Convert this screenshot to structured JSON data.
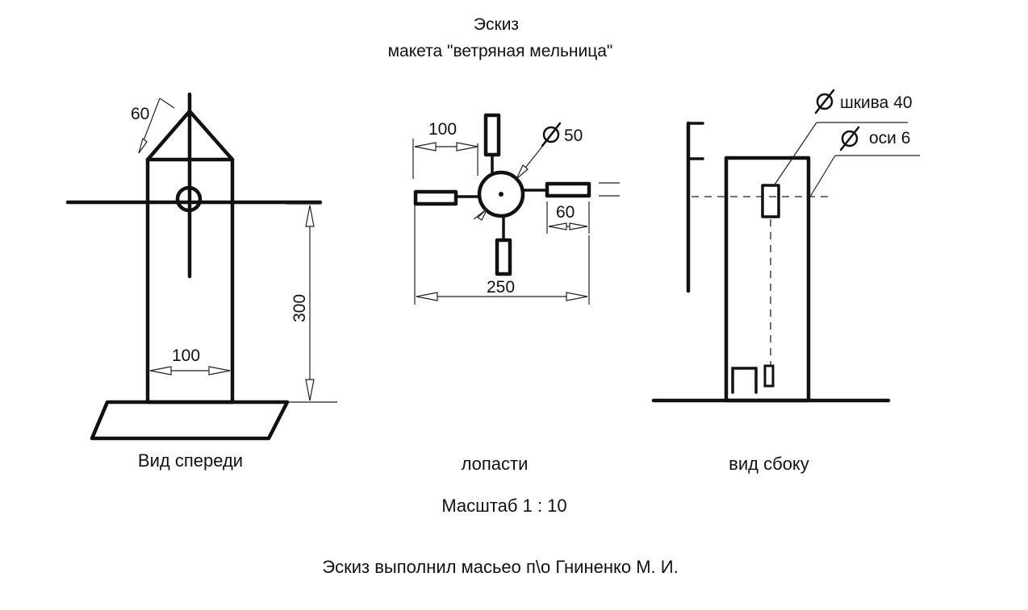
{
  "title": {
    "line1": "Эскиз",
    "line2": "макета \"ветряная мельница\""
  },
  "front_view": {
    "roof_dim": "60",
    "width_dim": "100",
    "height_dim": "300",
    "caption": "Вид спереди"
  },
  "blades_view": {
    "blade_dim": "100",
    "hub_diameter": "50",
    "blade_width_dim": "60",
    "total_span_dim": "250",
    "caption": "лопасти"
  },
  "side_view": {
    "pulley_label": "шкива 40",
    "axle_label": "оси 6",
    "caption": "вид сбоку"
  },
  "scale": "Масштаб 1 : 10",
  "author": "Эскиз выполнил масьео п\\о Гниненко М. И.",
  "colors": {
    "ink": "#111111",
    "background": "#ffffff"
  }
}
